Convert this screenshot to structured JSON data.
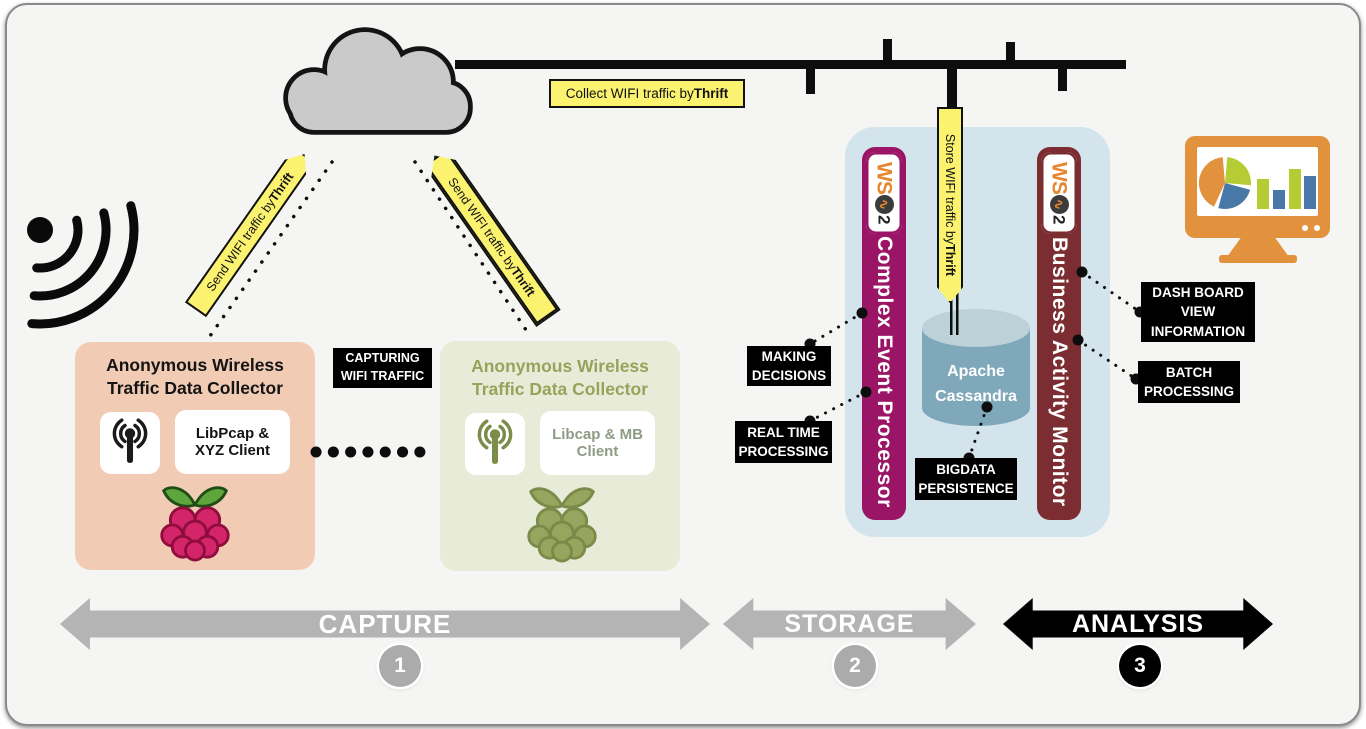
{
  "flow_labels": {
    "collect": {
      "prefix": "Collect WIFI traffic by ",
      "bold": "Thrift"
    },
    "send_left": {
      "prefix": "Send WIFI traffic by ",
      "bold": "Thrift"
    },
    "send_right": {
      "prefix": "Send WIFI traffic by ",
      "bold": "Thrift"
    },
    "store": {
      "prefix": "Store WIFI traffic by ",
      "bold": "Thrift"
    },
    "capturing": {
      "line1": "CAPTURING",
      "line2": "WIFI TRAFFIC"
    }
  },
  "collectors": {
    "left": {
      "title": "Anonymous Wireless Traffic Data Collector",
      "client": "LibPcap & XYZ Client"
    },
    "right": {
      "title": "Anonymous Wireless Traffic Data Collector",
      "client": "Libcap & MB Client"
    }
  },
  "storage_platform": {
    "wso2_logo": {
      "ws": "WS",
      "wave": "∿",
      "two": "2"
    },
    "cep": {
      "label": "Complex Event Processor"
    },
    "bam": {
      "label": "Business Activity Monitor"
    },
    "cassandra": {
      "line1": "Apache",
      "line2": "Cassandra"
    }
  },
  "annotations": {
    "making_decisions": {
      "line1": "MAKING",
      "line2": "DECISIONS"
    },
    "real_time_processing": {
      "line1": "REAL TIME",
      "line2": "PROCESSING"
    },
    "bigdata_persistence": {
      "line1": "BIGDATA",
      "line2": "PERSISTENCE"
    },
    "dashboard_view": {
      "line1": "DASH BOARD",
      "line2": "VIEW",
      "line3": "INFORMATION"
    },
    "batch_processing": {
      "line1": "BATCH",
      "line2": "PROCESSING"
    }
  },
  "stages": {
    "capture": {
      "label": "CAPTURE",
      "number": "1"
    },
    "storage": {
      "label": "STORAGE",
      "number": "2"
    },
    "analysis": {
      "label": "ANALYSIS",
      "number": "3"
    }
  },
  "colors": {
    "accent_yellow": "#FBF270",
    "collector_salmon": "#F2CBB5",
    "collector_green": "#E9EBD9",
    "collector_green_text": "#97A35B",
    "container_blue": "#D3E4EC",
    "cep_magenta": "#9A1565",
    "bam_maroon": "#7B2D31",
    "cassandra_body": "#7FA9BB",
    "cassandra_top": "#BDD1D9",
    "stage_gray": "#B4B4B4",
    "stage_black": "#000000",
    "monitor_orange": "#E2913C",
    "chart_green": "#B5CC34",
    "chart_blue": "#4878A8"
  }
}
